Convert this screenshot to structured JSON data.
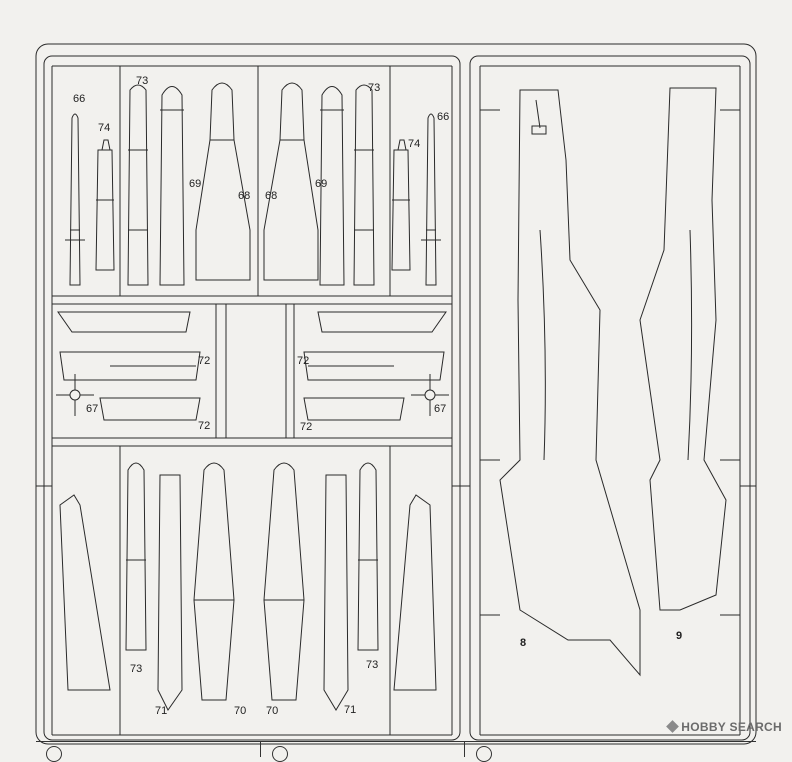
{
  "part_labels": {
    "p66_left": "66",
    "p66_right": "66",
    "p74_left": "74",
    "p74_right": "74",
    "p73_top_left": "73",
    "p73_top_right": "73",
    "p69_left": "69",
    "p69_right": "69",
    "p68_left": "68",
    "p68_right": "68",
    "p72_a": "72",
    "p72_b": "72",
    "p72_c": "72",
    "p72_d": "72",
    "p67_left": "67",
    "p67_right": "67",
    "p73_bottom_left": "73",
    "p73_bottom_right": "73",
    "p71_left": "71",
    "p71_right": "71",
    "p70_left": "70",
    "p70_right": "70",
    "p8": "8",
    "p9": "9"
  },
  "watermark": {
    "text": "HOBBY SEARCH"
  },
  "colors": {
    "line": "#2a2a2a",
    "paper": "#f2f1ee"
  }
}
